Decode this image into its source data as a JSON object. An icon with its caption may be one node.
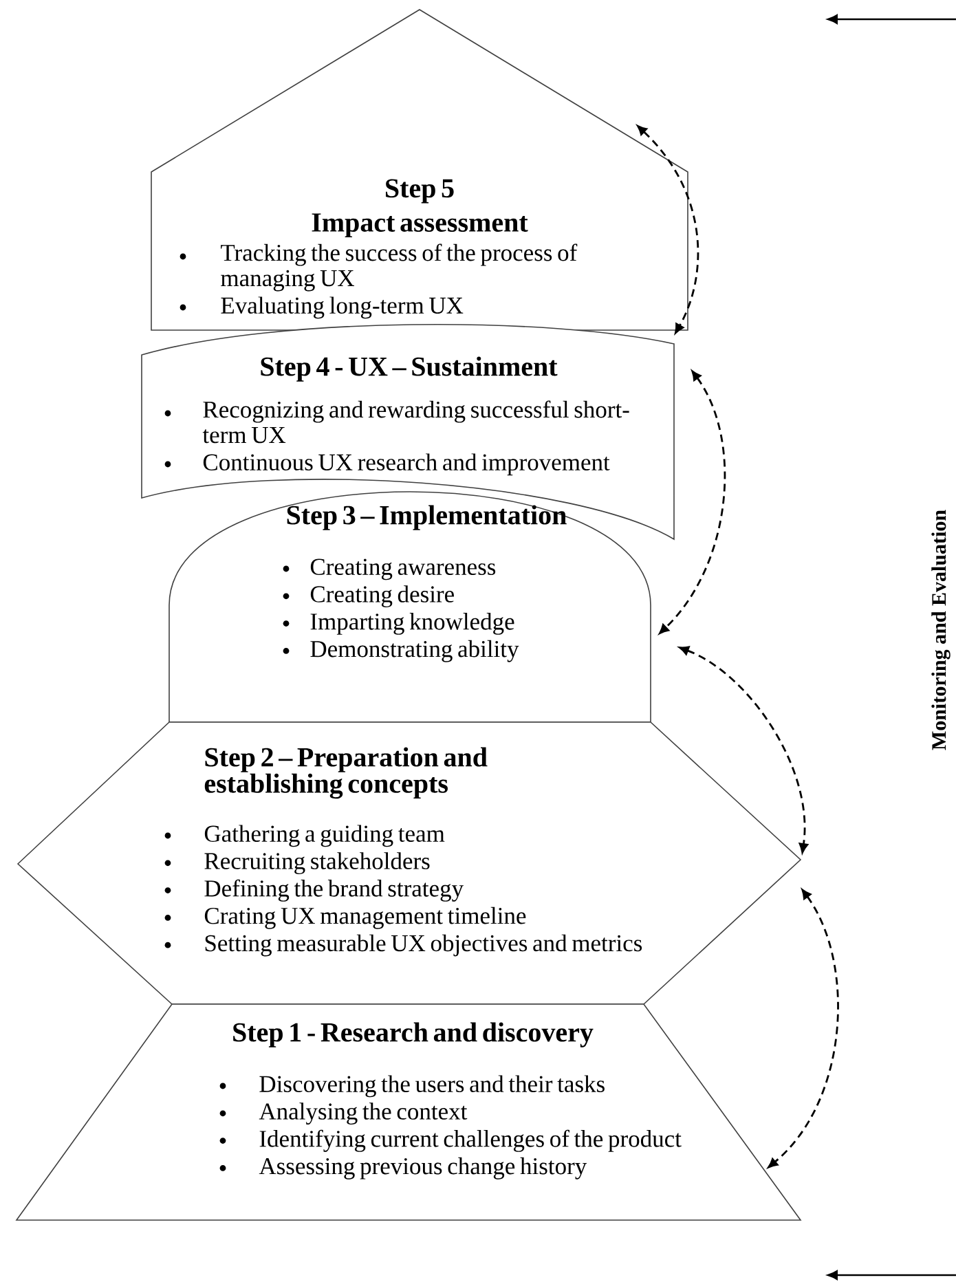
{
  "diagram": {
    "nodes": [
      {
        "text": [
          "Step 5",
          "Impact assessment",
          "Tracking the success of  the process of managing UX",
          "Evaluating  long-term UX"
        ]
      },
      {
        "text": [
          "Step 4 - UX – Sustainment",
          "Recognizing and rewarding successful short-term UX",
          "Continuous UX research and improvement"
        ]
      },
      {
        "text": [
          "Step 3 – Implementation",
          "Creating awareness",
          "Creating desire",
          "Imparting knowledge",
          "Demonstrating ability"
        ]
      },
      {
        "text": [
          "Step 2 – Preparation and establishing concepts",
          "Gathering a guiding team",
          "Recruiting stakeholders",
          "Defining the brand strategy",
          "Crating UX management timeline",
          "Setting measurable UX objectives and metrics"
        ]
      },
      {
        "text": [
          "Step 1 - Research and discovery",
          "Discovering the users and their tasks",
          "Analysing  the context",
          "Identifying current challenges of the product",
          "Assessing previous change history"
        ]
      }
    ],
    "edges": [
      {
        "from": 0,
        "to": 1,
        "arrow": "both",
        "style": "dashed"
      },
      {
        "from": 1,
        "to": 2,
        "arrow": "both",
        "style": "dashed"
      },
      {
        "from": 2,
        "to": 3,
        "arrow": "both",
        "style": "dashed"
      },
      {
        "from": 3,
        "to": 4,
        "arrow": "both",
        "style": "dashed"
      }
    ],
    "labels": [
      "Monitoring and Evaluation"
    ]
  }
}
